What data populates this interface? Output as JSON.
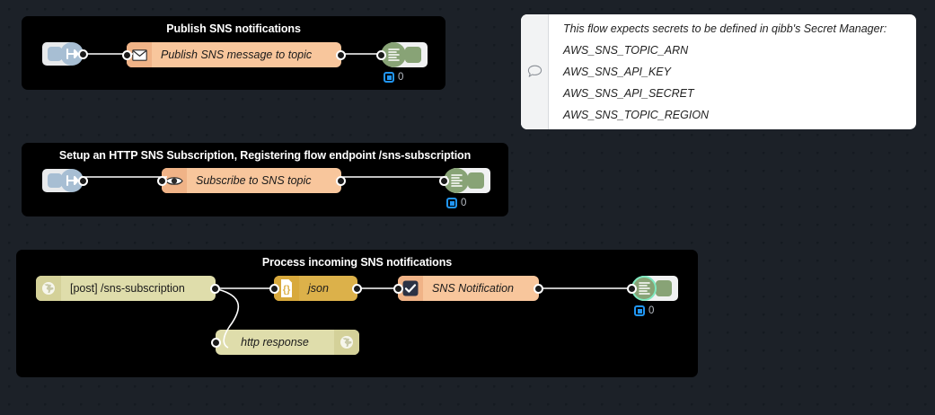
{
  "canvas": {
    "background": "#1c2128",
    "grid_dot_color": "#151a21"
  },
  "groups": [
    {
      "name": "group-publish",
      "title": "Publish SNS notifications"
    },
    {
      "name": "group-subscription",
      "title": "Setup an HTTP SNS Subscription, Registering flow endpoint /sns-subscription"
    },
    {
      "name": "group-process",
      "title": "Process incoming SNS notifications"
    }
  ],
  "flow1": {
    "inject": {
      "label": "",
      "icon": "inject-arrow-icon"
    },
    "sns_publish": {
      "label": "Publish SNS message to topic",
      "icon": "envelope-icon",
      "color": "#f8c69c"
    },
    "debug": {
      "icon": "debug-lines-icon",
      "count": "0",
      "color": "#88a376"
    }
  },
  "flow2": {
    "inject": {
      "label": "",
      "icon": "inject-arrow-icon"
    },
    "subscribe": {
      "label": "Subscribe to SNS topic",
      "icon": "eye-icon",
      "color": "#f8c69c"
    },
    "debug": {
      "icon": "debug-lines-icon",
      "count": "0",
      "color": "#88a376"
    }
  },
  "flow3": {
    "http_in": {
      "label": "[post] /sns-subscription",
      "icon": "globe-icon",
      "color": "#dfddab"
    },
    "json": {
      "label": "json",
      "icon": "json-braces-icon",
      "color": "#dcb14a"
    },
    "switch": {
      "label": "SNS Notification",
      "icon": "checkbox-checked-icon",
      "color": "#f8c69c"
    },
    "http_response": {
      "label": "http response",
      "icon": "globe-icon",
      "color": "#dfddab"
    },
    "debug": {
      "icon": "debug-lines-icon",
      "count": "0",
      "color": "#88a376",
      "selected": true
    }
  },
  "comment": {
    "icon": "speech-bubble-icon",
    "lines": [
      "This flow expects secrets to be defined in qibb's Secret Manager:",
      "AWS_SNS_TOPIC_ARN",
      "AWS_SNS_API_KEY",
      "AWS_SNS_API_SECRET",
      "AWS_SNS_TOPIC_REGION"
    ]
  }
}
